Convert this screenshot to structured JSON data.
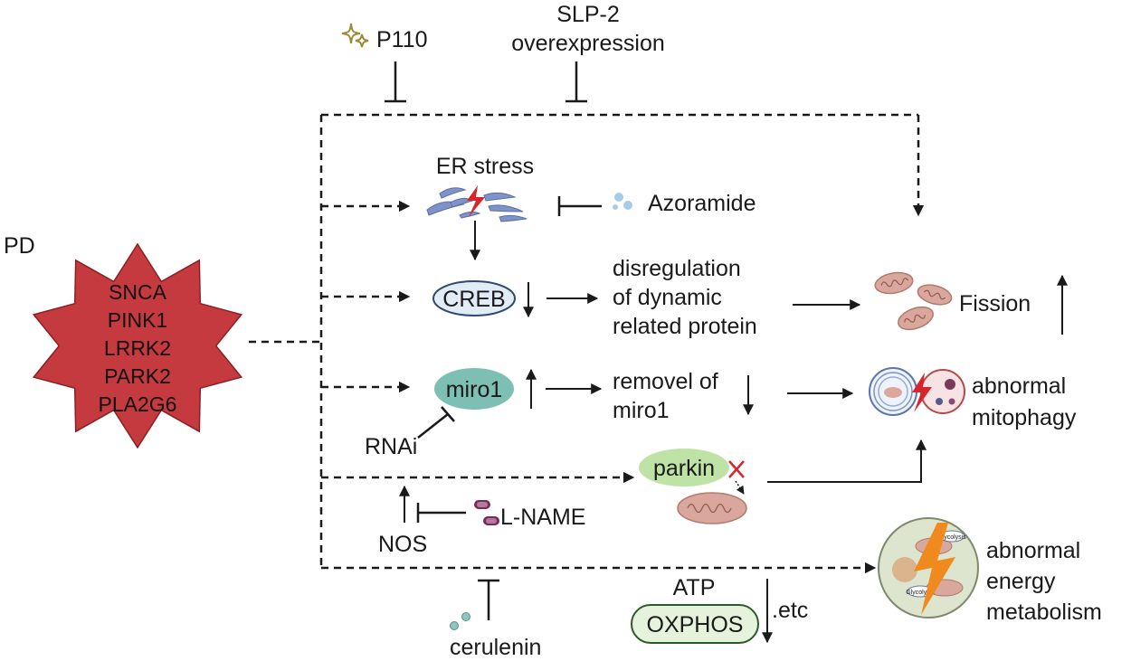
{
  "labels": {
    "pd": "PD",
    "genes": [
      "SNCA",
      "PINK1",
      "LRRK2",
      "PARK2",
      "PLA2G6"
    ],
    "p110": "P110",
    "slp2_line1": "SLP-2",
    "slp2_line2": "overexpression",
    "er_stress": "ER stress",
    "azoramide": "Azoramide",
    "creb": "CREB",
    "disreg_line1": "disregulation",
    "disreg_line2": "of dynamic",
    "disreg_line3": "related protein",
    "fission": "Fission",
    "miro1": "miro1",
    "removel_line1": "removel of",
    "removel_line2": "miro1",
    "rnai": "RNAi",
    "abn_mito_line1": "abnormal",
    "abn_mito_line2": "mitophagy",
    "parkin": "parkin",
    "lname": "L-NAME",
    "nos": "NOS",
    "atp": "ATP",
    "oxphos": "OXPHOS",
    "etc": ".etc",
    "energy_line1": "abnormal",
    "energy_line2": "energy",
    "energy_line3": "metabolism",
    "cerulenin": "cerulenin",
    "glycolysis": "Glycolysis"
  },
  "colors": {
    "star_fill": "#c43a3e",
    "star_stroke": "#8b1f22",
    "creb_fill": "#e2ecf6",
    "creb_stroke": "#2f4a6e",
    "miro1_fill": "#7dbfb2",
    "parkin_fill": "#bfe3a6",
    "oxphos_fill": "#e6f3dc",
    "oxphos_stroke": "#2d5a2a",
    "mito_fill": "#d9a79c",
    "bolt": "#f08a1f",
    "lightning_red": "#d6262b",
    "er_fill": "#7f93c8",
    "azoramide_dots": "#a9cbea",
    "cerulenin_dots": "#8fc5bd",
    "p110_star": "#9c8a35",
    "lname_pill": "#7a2b55"
  }
}
